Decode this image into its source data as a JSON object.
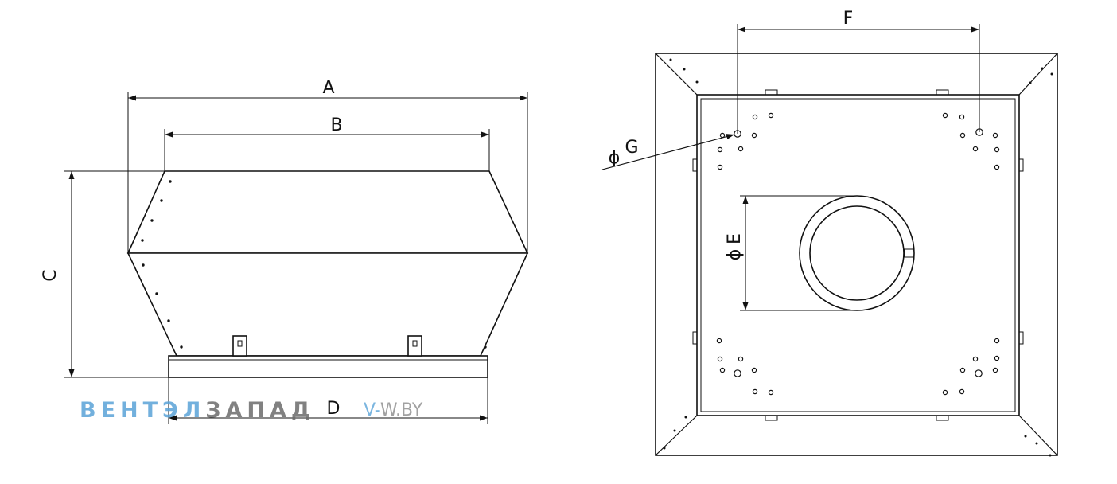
{
  "labels": {
    "A": "A",
    "B": "B",
    "C": "C",
    "D": "D",
    "E": "E",
    "F": "F",
    "G": "G",
    "diameter": "ϕ"
  },
  "watermark": {
    "brand_part1": "ВЕНТЭЛ",
    "brand_part2": "ЗАПАД",
    "site_part1": "V-",
    "site_part2": "W.BY"
  },
  "colors": {
    "line": "#111111",
    "brand_blue": "#5aa3d8",
    "brand_gray": "#6c6c6c"
  }
}
